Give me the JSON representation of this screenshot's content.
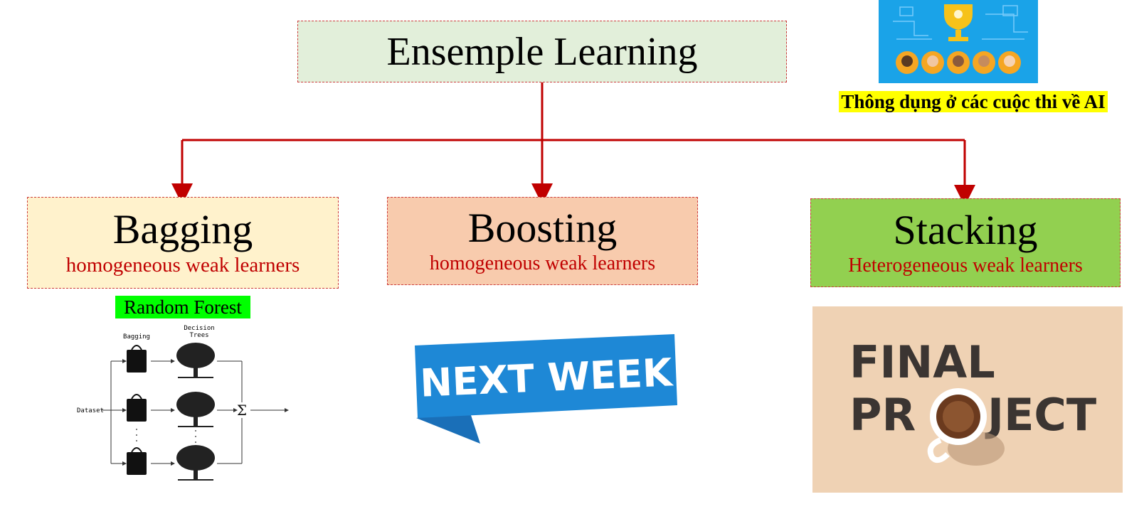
{
  "root": {
    "title": "Ensemple Learning"
  },
  "methods": [
    {
      "name": "Bagging",
      "subtitle": "homogeneous weak learners"
    },
    {
      "name": "Boosting",
      "subtitle": "homogeneous weak learners"
    },
    {
      "name": "Stacking",
      "subtitle": "Heterogeneous weak learners"
    }
  ],
  "bagging_example": {
    "label": "Random Forest",
    "diagram": {
      "bagging_label": "Bagging",
      "trees_label_1": "Decision",
      "trees_label_2": "Trees",
      "dataset_label": "Dataset",
      "sum_symbol": "Σ"
    }
  },
  "boosting_banner": {
    "text": "NEXT WEEK",
    "color": "#1e88d6"
  },
  "stacking_note": {
    "text": "Thông dụng ở các cuộc thi về AI"
  },
  "stacking_image": {
    "line1": "FINAL",
    "line2_left": "PR",
    "line2_right": "JECT"
  },
  "colors": {
    "connector": "#c00000",
    "root_fill": "#e2efda",
    "bagging_fill": "#fff2cc",
    "boosting_fill": "#f8cbad",
    "stacking_fill": "#92d050",
    "subtitle": "#c00000"
  }
}
